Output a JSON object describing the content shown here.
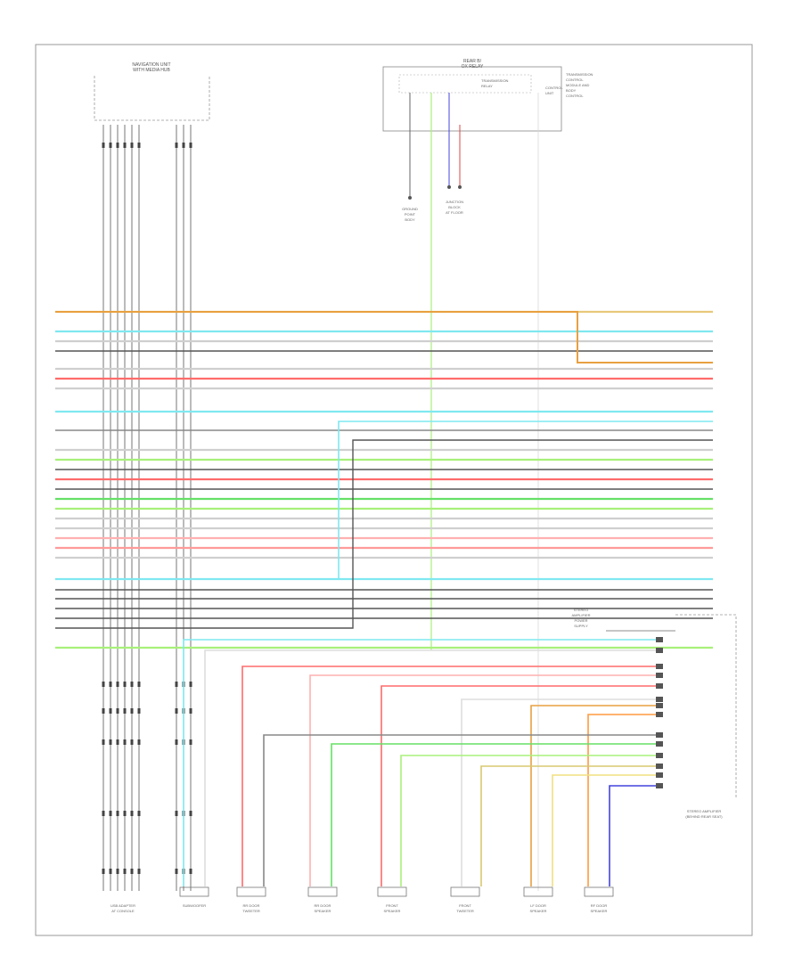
{
  "frame": {
    "border_color": "#9a9a9a"
  },
  "components": {
    "nav_unit": "NAVIGATION UNIT\nWITH MEDIA HUB",
    "relay_box": "REAR B/\nOX RELAY",
    "relay_inner_1": "TRANSMISSION\nRELAY",
    "relay_inner_2": "CONTROL\nUNIT",
    "relay_right_note": "TRANSMISSION\nCONTROL\nMODULE AND\nBODY\nCONTROL",
    "ground_1": "GROUND\nPOINT\nBODY",
    "junction_1": "JUNCTION\nBLOCK\nAT FLOOR",
    "amp_box": "STEREO AMPLIFIER\n(BEHIND REAR SEAT)",
    "amp_top": "STEREO\nAMPLIFIER\nPOWER\nSUPPLY",
    "usb_adapter": "USB ADAPTER\nAT CONSOLE"
  },
  "speakers": [
    {
      "label": "SUBWOOFER"
    },
    {
      "label": "RR DOOR\nTWEETER"
    },
    {
      "label": "RR DOOR\nSPEAKER"
    },
    {
      "label": "FRONT\nSPEAKER"
    },
    {
      "label": "FRONT\nTWEETER"
    },
    {
      "label": "LF DOOR\nSPEAKER"
    },
    {
      "label": "RF DOOR\nSPEAKER"
    }
  ],
  "buses": [
    {
      "color": "#e8c87a"
    },
    {
      "color": "#7fe8f0"
    },
    {
      "color": "#cfcfcf"
    },
    {
      "color": "#555555"
    },
    {
      "color": "#cfcfcf"
    },
    {
      "color": "#ff6b6b"
    },
    {
      "color": "#cfcfcf"
    },
    {
      "color": "#7fe8f0"
    },
    {
      "color": "#888888"
    },
    {
      "color": "#cfcfcf"
    },
    {
      "color": "#a8f07a"
    },
    {
      "color": "#555555"
    },
    {
      "color": "#ff6b6b"
    },
    {
      "color": "#555555"
    },
    {
      "color": "#66e066"
    },
    {
      "color": "#a8f07a"
    },
    {
      "color": "#cfcfcf"
    },
    {
      "color": "#cfcfcf"
    },
    {
      "color": "#ffb0b0"
    },
    {
      "color": "#ff9a9a"
    },
    {
      "color": "#cfcfcf"
    },
    {
      "color": "#7fe8f0"
    },
    {
      "color": "#555555"
    },
    {
      "color": "#555555"
    },
    {
      "color": "#555555"
    },
    {
      "color": "#555555"
    },
    {
      "color": "#a8f07a"
    }
  ],
  "footer": {
    "id": ""
  }
}
